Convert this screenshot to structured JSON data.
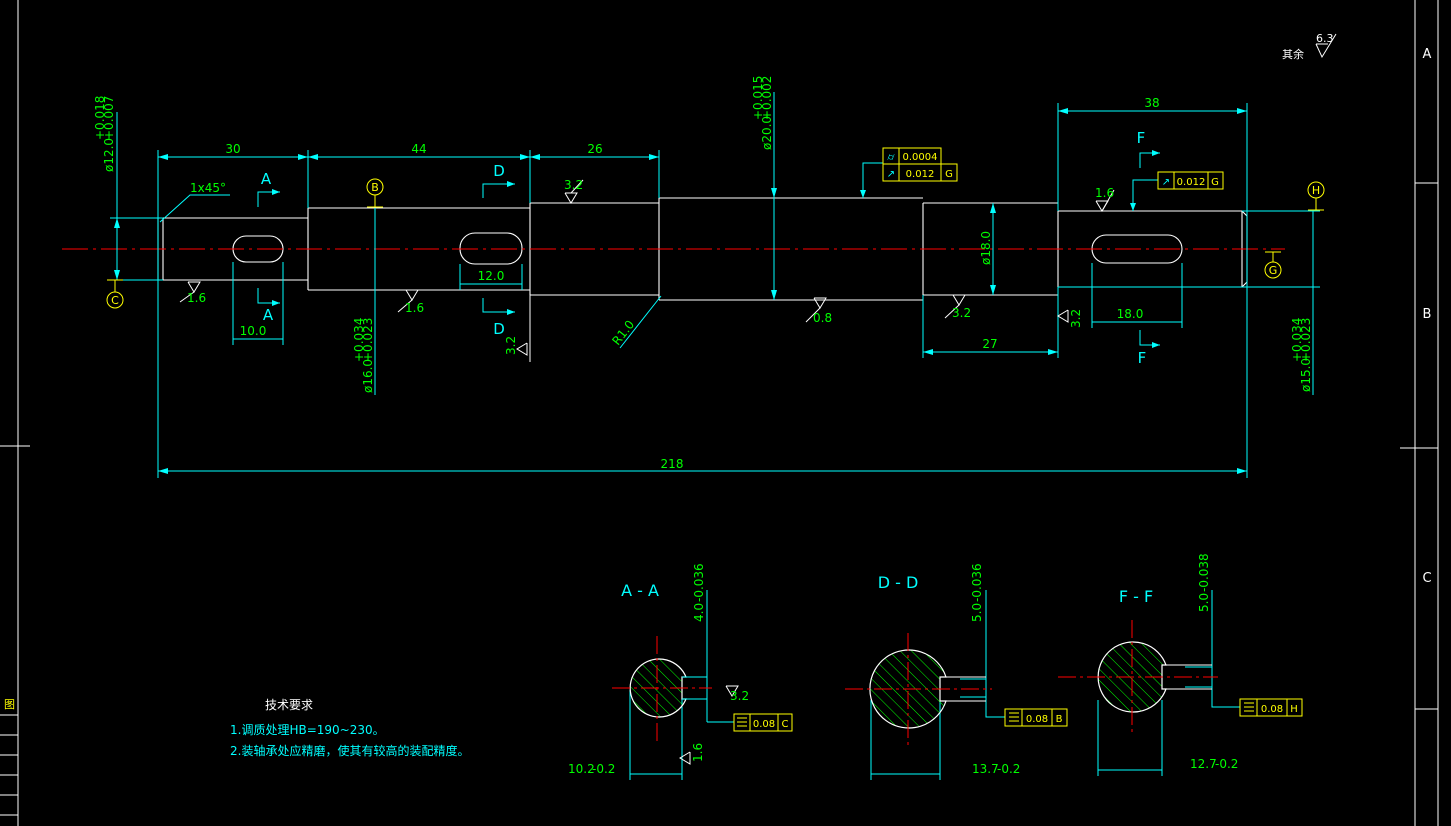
{
  "surface_note": {
    "label": "其余",
    "value": "6.3"
  },
  "border_zones": [
    "A",
    "B",
    "C"
  ],
  "dimensions": {
    "len_30": "30",
    "len_44": "44",
    "len_26": "26",
    "len_38": "38",
    "len_218": "218",
    "len_27": "27",
    "key_10": "10.0",
    "key_12": "12.0",
    "key_18": "18.0",
    "chamfer": "1x45°",
    "radius": "R1.0",
    "dia_18": "ø18.0",
    "dia_12": "ø12.0",
    "dia_12_tol_upper": "+0.018",
    "dia_12_tol_lower": "+0.007",
    "dia_16": "ø16.0",
    "dia_16_tol_upper": "+0.034",
    "dia_16_tol_lower": "+0.023",
    "dia_20": "ø20.0",
    "dia_20_tol_upper": "+0.015",
    "dia_20_tol_lower": "+0.002",
    "dia_15": "ø15.0",
    "dia_15_tol_upper": "+0.034",
    "dia_15_tol_lower": "+0.023"
  },
  "roughness": [
    "1.6",
    "1.6",
    "3.2",
    "0.8",
    "3.2",
    "1.6",
    "3.2",
    "3.2",
    "3.2",
    "1.6"
  ],
  "section_marks": {
    "A": "A",
    "D": "D",
    "F": "F"
  },
  "datums": {
    "B": "B",
    "C": "C",
    "G": "G",
    "H": "H"
  },
  "tolerance_frames": [
    {
      "symbol": "⌭",
      "value": "0.0004",
      "datum": ""
    },
    {
      "symbol": "↗",
      "value": "0.012",
      "datum": "G"
    },
    {
      "symbol": "↗",
      "value": "0.012",
      "datum": "G"
    }
  ],
  "sections": [
    {
      "title": "A - A",
      "depth": "4.0",
      "depth_tol": "-0.036",
      "width": "10.2",
      "width_tol": "-0.2",
      "sym_value": "0.08",
      "datum": "C",
      "roughness": [
        "3.2",
        "1.6"
      ]
    },
    {
      "title": "D - D",
      "depth": "5.0",
      "depth_tol": "-0.036",
      "width": "13.7",
      "width_tol": "-0.2",
      "sym_value": "0.08",
      "datum": "B"
    },
    {
      "title": "F - F",
      "depth": "5.0",
      "depth_tol": "-0.038",
      "width": "12.7",
      "width_tol": "-0.2",
      "sym_value": "0.08",
      "datum": "H"
    }
  ],
  "tech_requirements": {
    "title": "技术要求",
    "line1": "1.调质处理HB=190~230。",
    "line2": "2.装轴承处应精磨，使其有较高的装配精度。"
  },
  "title_block_fragment": "图"
}
